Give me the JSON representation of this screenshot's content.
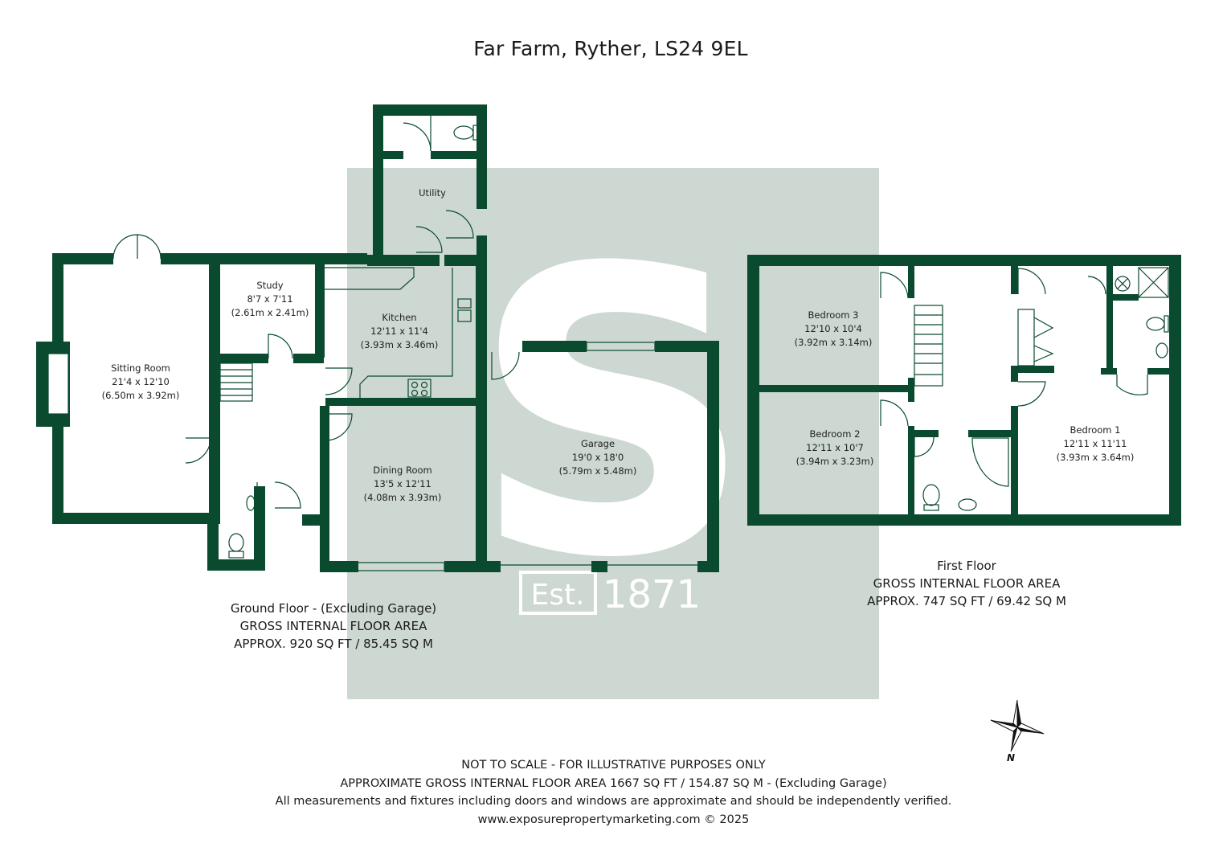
{
  "title": "Far Farm, Ryther, LS24 9EL",
  "brand": {
    "letter": "S",
    "est": "Est.",
    "year": "1871",
    "wall_color": "#0a4a2e",
    "watermark_color": "#cdd8d2"
  },
  "rooms": {
    "sitting": {
      "name": "Sitting Room",
      "imperial": "21'4 x 12'10",
      "metric": "(6.50m x 3.92m)"
    },
    "study": {
      "name": "Study",
      "imperial": "8'7 x 7'11",
      "metric": "(2.61m x 2.41m)"
    },
    "utility": {
      "name": "Utility"
    },
    "kitchen": {
      "name": "Kitchen",
      "imperial": "12'11 x 11'4",
      "metric": "(3.93m x 3.46m)"
    },
    "dining": {
      "name": "Dining Room",
      "imperial": "13'5 x 12'11",
      "metric": "(4.08m x 3.93m)"
    },
    "garage": {
      "name": "Garage",
      "imperial": "19'0 x 18'0",
      "metric": "(5.79m x 5.48m)"
    },
    "bed3": {
      "name": "Bedroom 3",
      "imperial": "12'10 x 10'4",
      "metric": "(3.92m x 3.14m)"
    },
    "bed2": {
      "name": "Bedroom 2",
      "imperial": "12'11 x 10'7",
      "metric": "(3.94m x 3.23m)"
    },
    "bed1": {
      "name": "Bedroom 1",
      "imperial": "12'11 x 11'11",
      "metric": "(3.93m x 3.64m)"
    }
  },
  "ground_floor": {
    "heading": "Ground Floor - (Excluding Garage)",
    "gia": "GROSS INTERNAL FLOOR AREA",
    "approx": "APPROX. 920 SQ FT / 85.45 SQ M"
  },
  "first_floor": {
    "heading": "First Floor",
    "gia": "GROSS INTERNAL FLOOR AREA",
    "approx": "APPROX. 747 SQ FT / 69.42 SQ M"
  },
  "compass": {
    "label": "N"
  },
  "footer": {
    "line1": "NOT TO SCALE - FOR ILLUSTRATIVE PURPOSES ONLY",
    "line2": "APPROXIMATE GROSS INTERNAL FLOOR AREA 1667 SQ FT / 154.87 SQ M - (Excluding Garage)",
    "line3": "All measurements and fixtures including doors and windows are approximate and should be independently verified.",
    "line4": "www.exposurepropertymarketing.com © 2025"
  }
}
